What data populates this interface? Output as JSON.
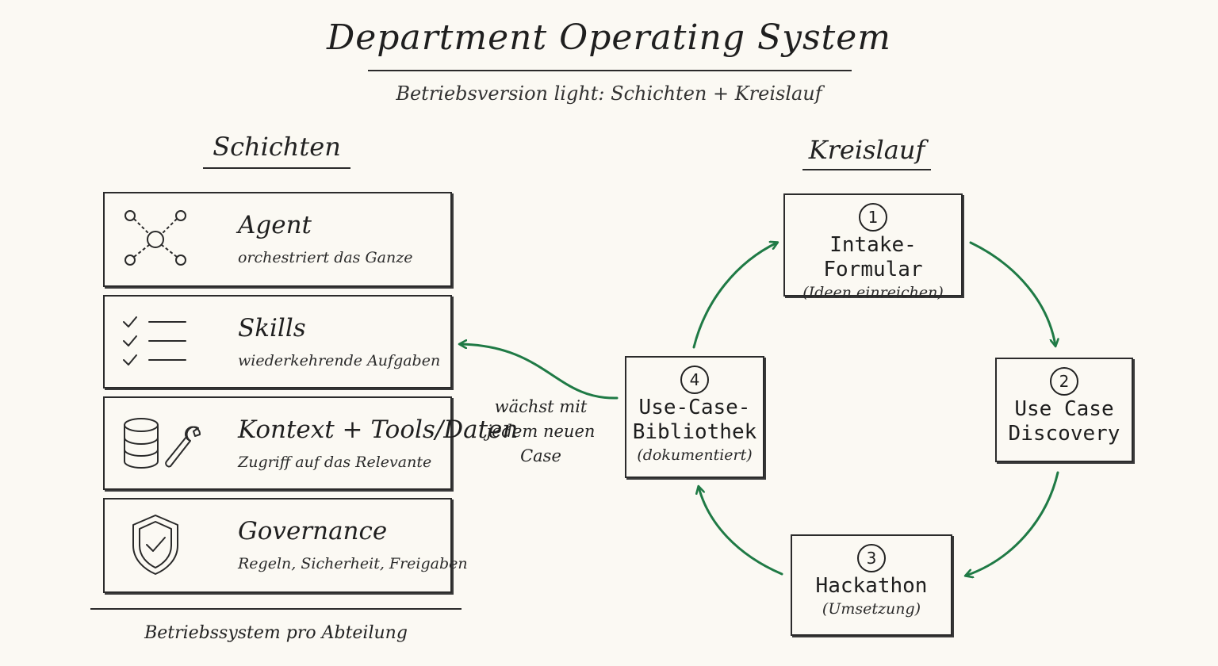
{
  "header": {
    "title": "Department Operating System",
    "subtitle": "Betriebsversion light: Schichten + Kreislauf"
  },
  "layers_section": {
    "heading": "Schichten",
    "layers": [
      {
        "title": "Agent",
        "subtitle": "orchestriert das Ganze",
        "icon": "network-node-icon"
      },
      {
        "title": "Skills",
        "subtitle": "wiederkehrende Aufgaben",
        "icon": "checklist-icon"
      },
      {
        "title": "Kontext + Tools/Daten",
        "subtitle": "Zugriff auf das Relevante",
        "icon": "database-wrench-icon"
      },
      {
        "title": "Governance",
        "subtitle": "Regeln, Sicherheit, Freigaben",
        "icon": "shield-check-icon"
      }
    ],
    "caption": "Betriebssystem pro Abteilung"
  },
  "cycle_section": {
    "heading": "Kreislauf",
    "steps": [
      {
        "number": "1",
        "title": "Intake-Formular",
        "subtitle": "(Ideen einreichen)"
      },
      {
        "number": "2",
        "title": "Use Case Discovery",
        "subtitle": ""
      },
      {
        "number": "3",
        "title": "Hackathon",
        "subtitle": "(Umsetzung)"
      },
      {
        "number": "4",
        "title": "Use-Case-Bibliothek",
        "subtitle": "(dokumentiert)"
      }
    ],
    "step2_lines": [
      "Use Case",
      "Discovery"
    ],
    "step4_lines": [
      "Use-Case-",
      "Bibliothek"
    ],
    "growth_note_lines": [
      "wächst mit",
      "jedem neuen",
      "Case"
    ]
  },
  "colors": {
    "arrow": "#1f7a45",
    "ink": "#1f1f1f",
    "background": "#fbf9f3"
  }
}
